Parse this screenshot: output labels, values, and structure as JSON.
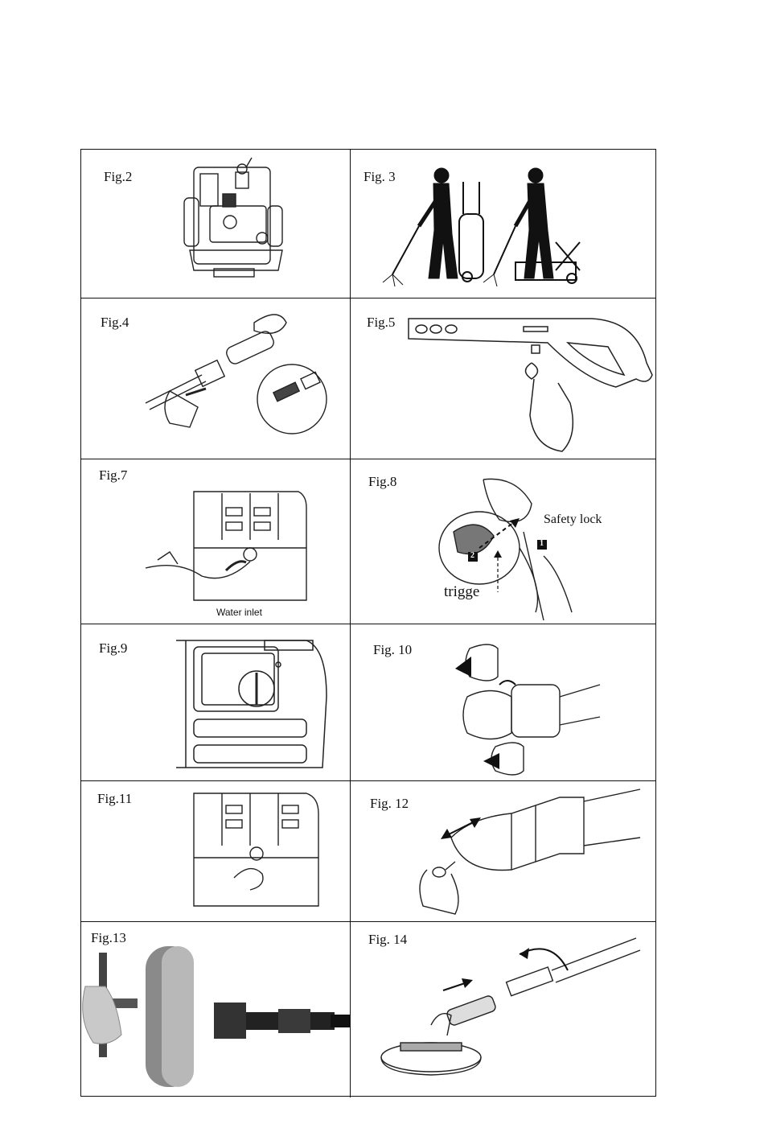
{
  "figures": {
    "fig2": {
      "label": "Fig.2"
    },
    "fig3": {
      "label": "Fig. 3"
    },
    "fig4": {
      "label": "Fig.4"
    },
    "fig5": {
      "label": "Fig.5"
    },
    "fig7": {
      "label": "Fig.7",
      "caption": "Water inlet"
    },
    "fig8": {
      "label": "Fig.8",
      "safety_lock": "Safety lock",
      "trigger": "trigge",
      "step1": "1",
      "step2": "2"
    },
    "fig9": {
      "label": "Fig.9"
    },
    "fig10": {
      "label": "Fig. 10"
    },
    "fig11": {
      "label": "Fig.11"
    },
    "fig12": {
      "label": "Fig. 12"
    },
    "fig13": {
      "label": "Fig.13"
    },
    "fig14": {
      "label": "Fig. 14"
    }
  }
}
